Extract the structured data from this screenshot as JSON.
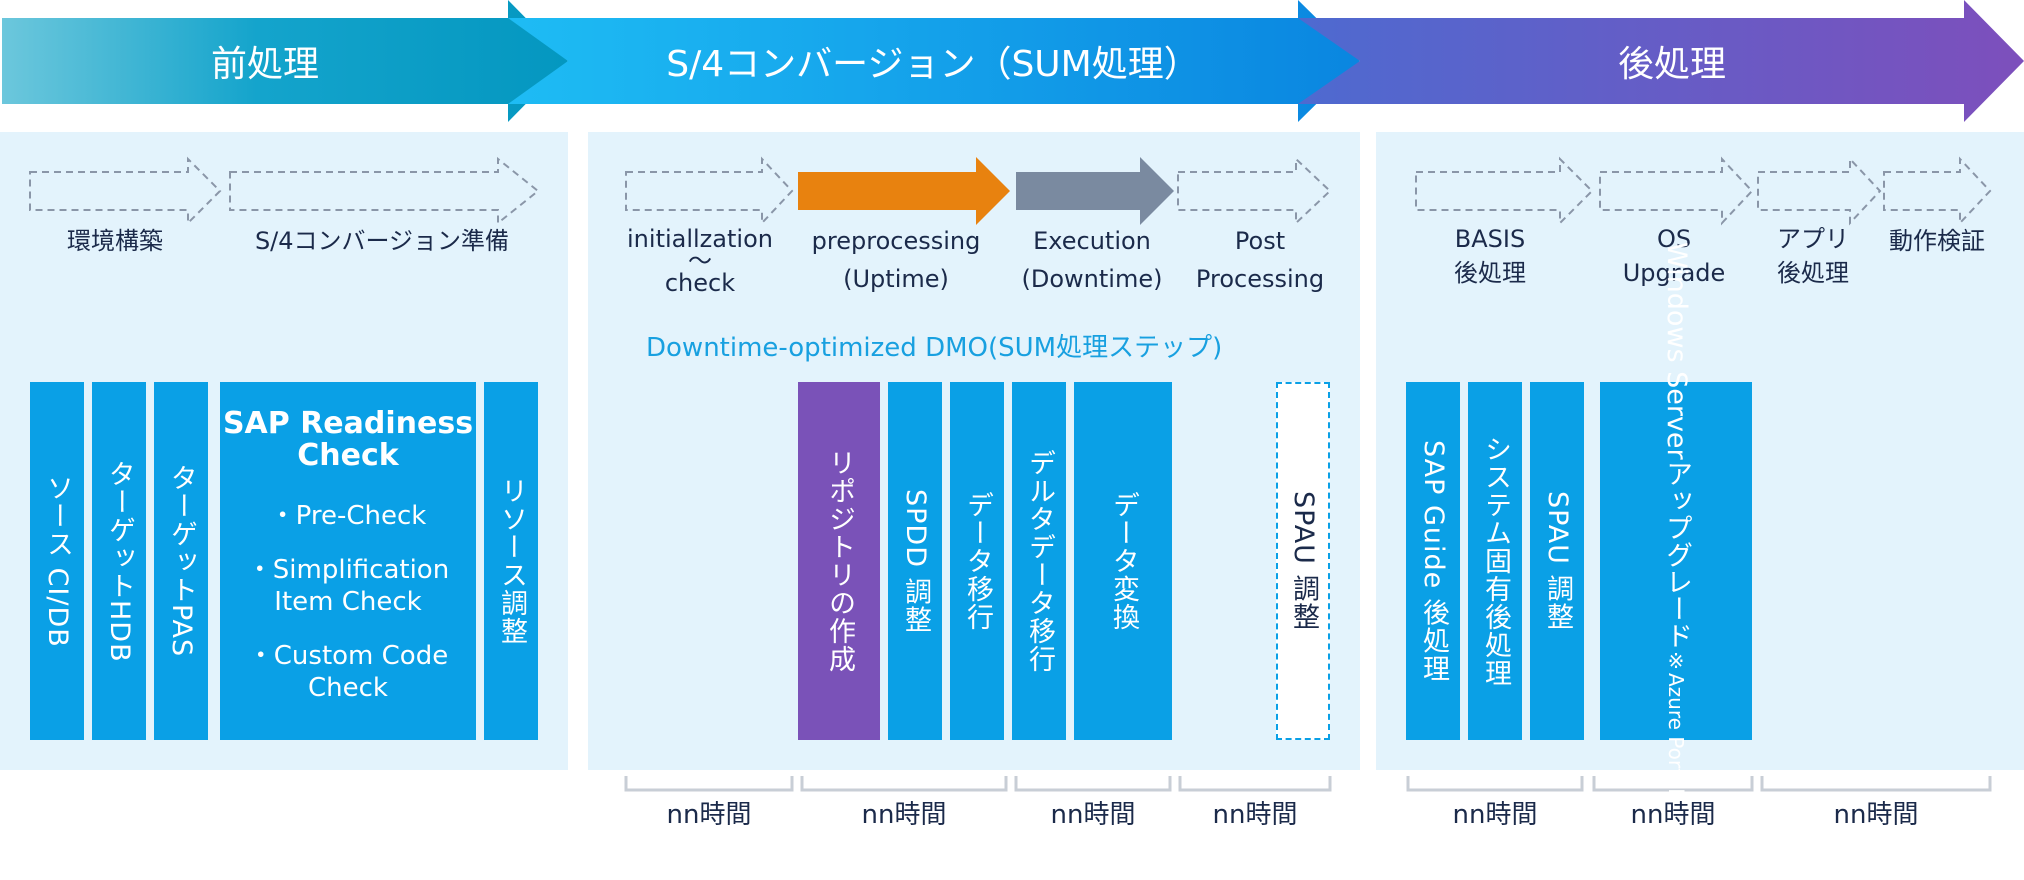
{
  "phases": {
    "pre": "前処理",
    "sum": "S/4コンバージョン（SUM処理）",
    "post": "後処理"
  },
  "pre_steps": {
    "env": "環境構築",
    "prep": "S/4コンバージョン準備"
  },
  "sum_steps": {
    "init_1": "initiallzation",
    "init_2": "〜",
    "init_3": "check",
    "preproc_1": "preprocessing",
    "preproc_2": "(Uptime)",
    "exec_1": "Execution",
    "exec_2": "(Downtime)",
    "post_1": "Post",
    "post_2": "Processing"
  },
  "post_steps": {
    "basis_1": "BASIS",
    "basis_2": "後処理",
    "os_1": "OS",
    "os_2": "Upgrade",
    "app_1": "アプリ",
    "app_2": "後処理",
    "verify": "動作検証"
  },
  "dmo_label": "Downtime-optimized DMO(SUM処理ステップ)",
  "pre_tasks": {
    "source": "ソース CI/DB",
    "target_hdb": "ターゲットHDB",
    "target_pas": "ターゲットPAS",
    "readiness_title_1": "SAP Readiness",
    "readiness_title_2": "Check",
    "readiness_item_1": "・Pre-Check",
    "readiness_item_2a": "・Simplification",
    "readiness_item_2b": "Item Check",
    "readiness_item_3a": "・Custom Code",
    "readiness_item_3b": "Check",
    "resource": "リソース調整"
  },
  "sum_tasks": {
    "repo": "リポジトリの作成",
    "spdd": "SPDD 調整",
    "data_migration": "データ移行",
    "delta_migration": "デルタデータ移行",
    "data_conversion": "データ変換",
    "spau": "SPAU 調整"
  },
  "post_tasks": {
    "guide": "SAP Guide 後処理",
    "system": "システム固有後処理",
    "spau": "SPAU 調整",
    "win_1": "Windows Server",
    "win_2": "アップグレード",
    "win_3": "※Azure Portal 作業含む"
  },
  "durations": [
    "nn時間",
    "nn時間",
    "nn時間",
    "nn時間",
    "nn時間",
    "nn時間",
    "nn時間"
  ],
  "colors": {
    "panel": "#e3f3fc",
    "task_blue": "#0aa0e6",
    "task_purple": "#7a52b8",
    "orange": "#e8820f",
    "gray": "#7a8aa0",
    "dmo_text": "#18a0e0"
  }
}
